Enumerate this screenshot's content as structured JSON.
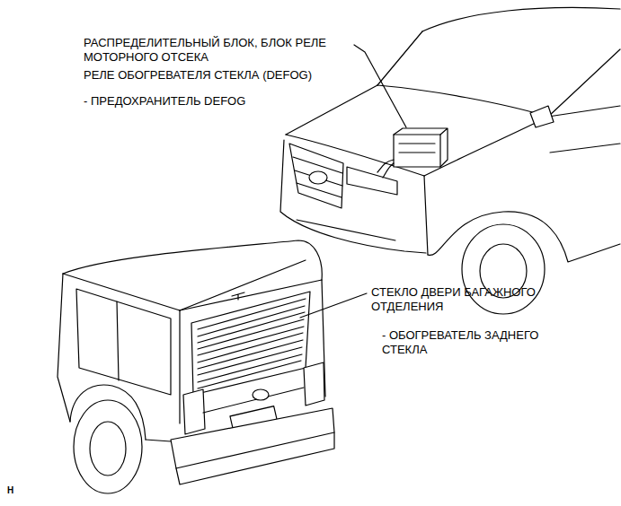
{
  "diagram": {
    "labels": [
      "РАСПРЕДЕЛИТЕЛЬНЫЙ БЛОК, БЛОК РЕЛЕ МОТОРНОГО ОТСЕКА",
      "РЕЛЕ ОБОГРЕВАТЕЛЯ СТЕКЛА (DEFOG)",
      "- ПРЕДОХРАНИТЕЛЬ DEFOG",
      "СТЕКЛО ДВЕРИ БАГАЖНОГО ОТДЕЛЕНИЯ",
      "- ОБОГРЕВАТЕЛЬ ЗАДНЕГО СТЕКЛА",
      "H"
    ]
  }
}
